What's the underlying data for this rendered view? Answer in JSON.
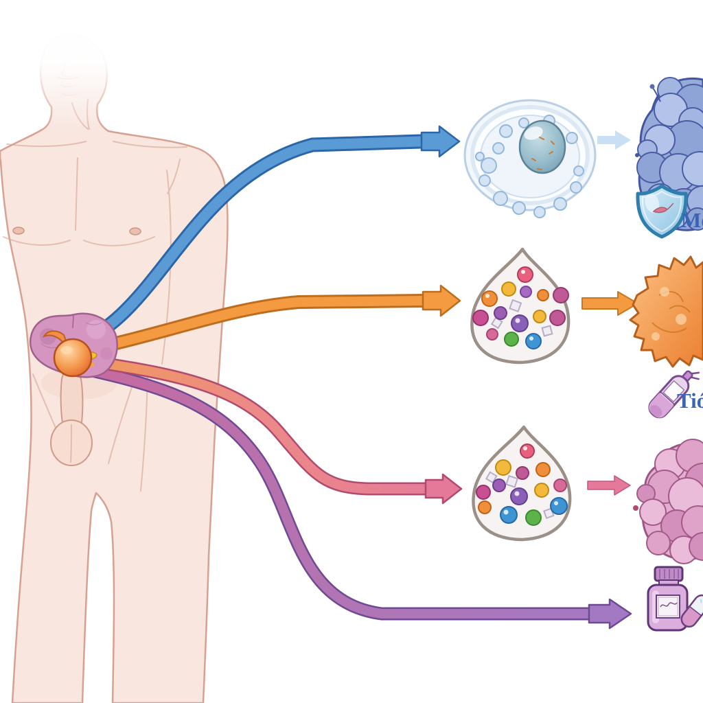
{
  "page": {
    "type": "medical-pathway-diagram",
    "background": "#ffffff"
  },
  "labels": {
    "row1_caption": "Mo",
    "row2_caption": "Tió"
  },
  "colors": {
    "label_text": "#3a64b5",
    "arrow_blue": "#5b9bd5",
    "arrow_blue_dark": "#2a66a8",
    "arrow_blue_pale": "#c9e0f4",
    "arrow_orange": "#f49b42",
    "arrow_orange_dark": "#bd6d1c",
    "arrow_pink": "#e4799a",
    "arrow_pink_dark": "#b04a6e",
    "arrow_purple": "#a379c4",
    "arrow_purple_dark": "#6f4a94",
    "skin": "#f8e6df",
    "skin_outline": "#d7a191",
    "organ_pink": "#d495c0",
    "organ_orange": "#ef7d36",
    "cell_rim": "#b9cfe6",
    "nucleus_blue": "#8fb5c8",
    "vesicle_outline": "#9a9088",
    "mass_blue": "#96abd8",
    "mass_orange": "#f5a35a",
    "mass_pink": "#e3aed0",
    "shield_blue": "#aed6ee",
    "shield_border": "#2e7fae",
    "bottle_purple": "#dcaede",
    "bottle_outline": "#5f3575"
  },
  "icons": {
    "body": "male-torso",
    "source_organ": "prostate-gland",
    "row1_mid": "cell-with-nucleus",
    "row1_result": "tumor-mass-blue",
    "row1_badge": "shield-icon",
    "row2_mid": "vesicle-sac",
    "row2_result": "tumor-mass-orange",
    "row2_badge": "injector-icon",
    "row3_mid": "vesicle-sac",
    "row3_result": "tumor-mass-pink",
    "row4_result": "pill-bottle-and-capsule"
  }
}
